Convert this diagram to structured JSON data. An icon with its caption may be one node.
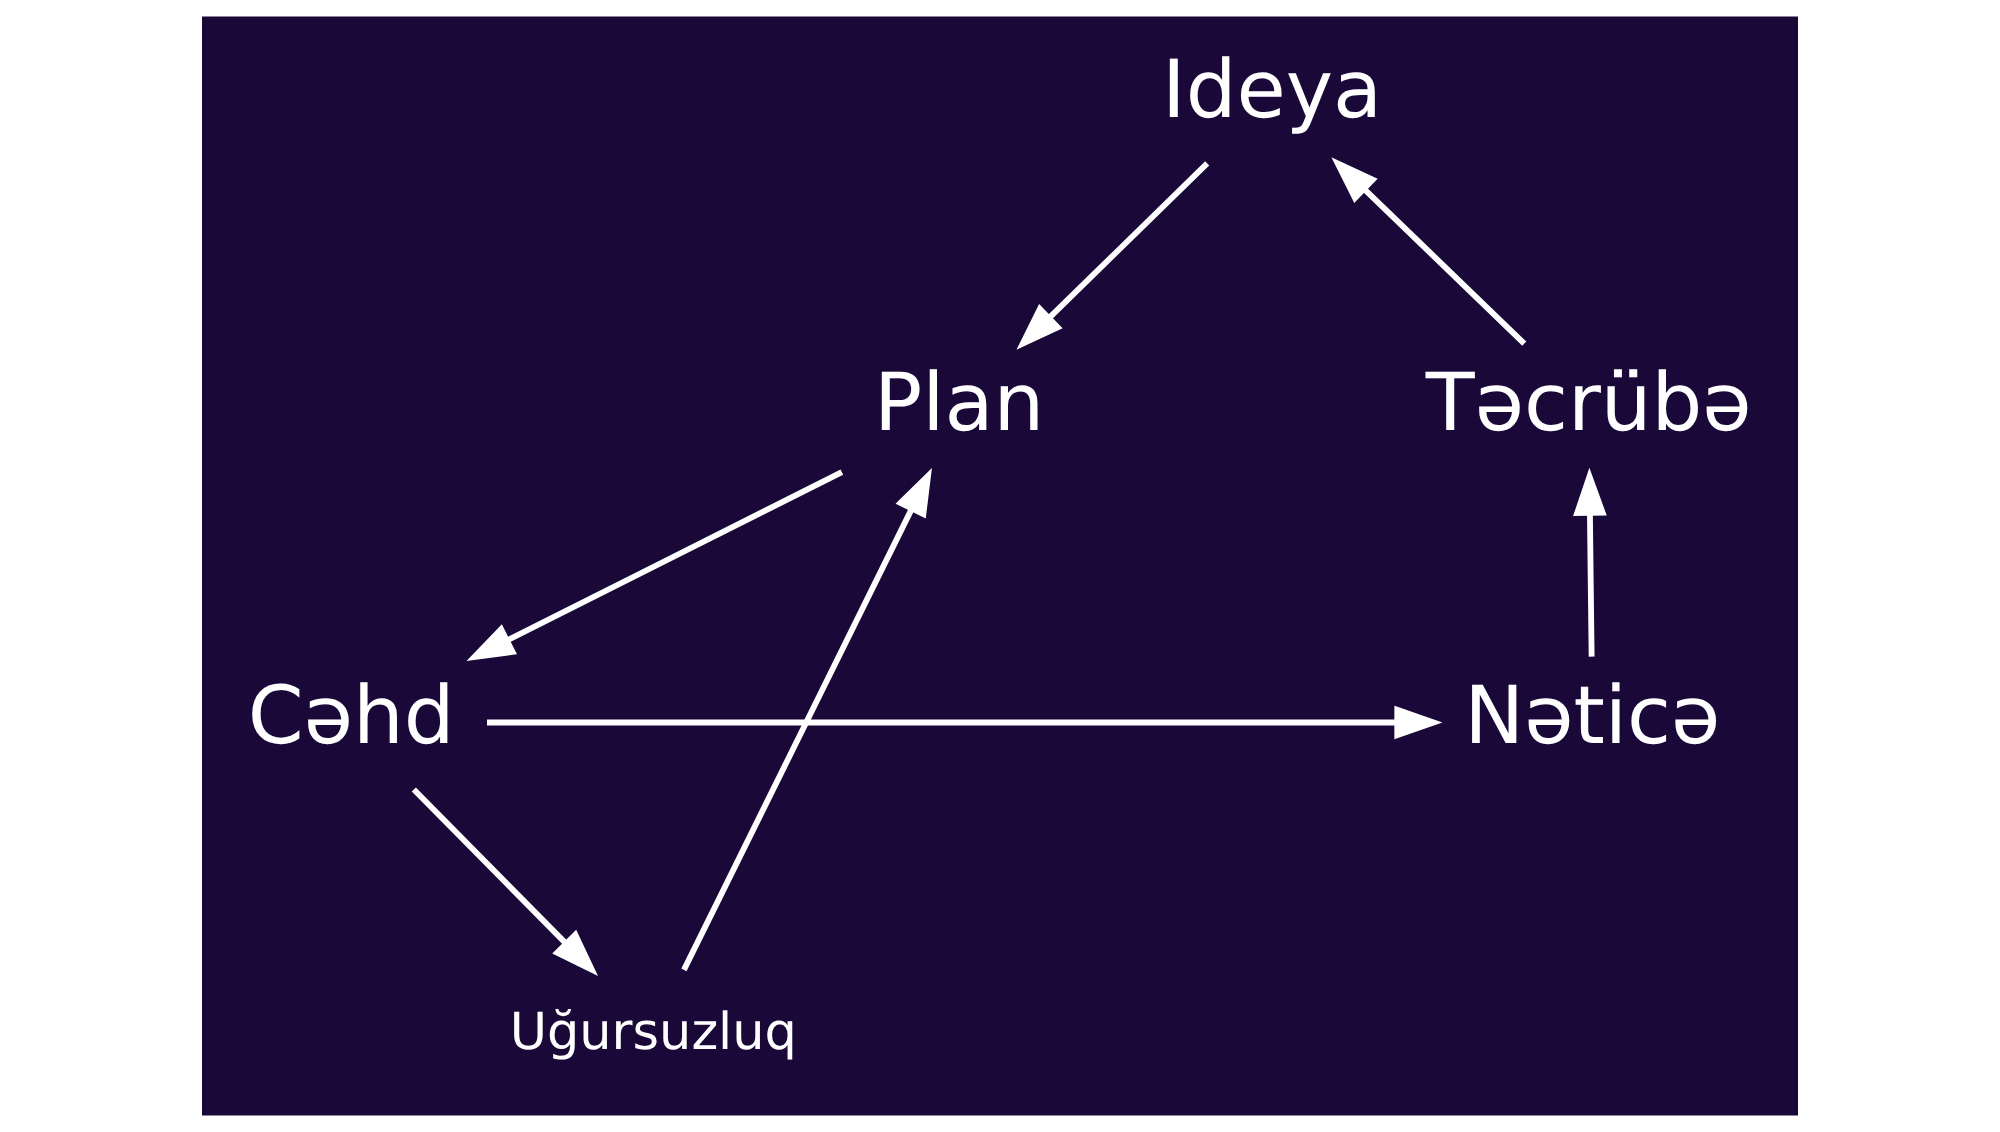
{
  "diagram": {
    "nodes": [
      {
        "text": [
          "Ideya"
        ]
      },
      {
        "text": [
          "Təcrübə"
        ]
      },
      {
        "text": [
          "Plan"
        ]
      },
      {
        "text": [
          "Uğursuzluq"
        ]
      },
      {
        "text": [
          "Nəticə"
        ]
      },
      {
        "text": [
          "Cəhd"
        ]
      }
    ],
    "edges": [
      {
        "from": 0,
        "to": 2,
        "arrow": "to"
      },
      {
        "from": 2,
        "to": 5,
        "arrow": "to"
      },
      {
        "from": 5,
        "to": 4,
        "arrow": "to"
      },
      {
        "from": 4,
        "to": 1,
        "arrow": "to"
      },
      {
        "from": 1,
        "to": 0,
        "arrow": "to"
      },
      {
        "from": 5,
        "to": 3,
        "arrow": "to"
      },
      {
        "from": 3,
        "to": 2,
        "arrow": "to"
      }
    ]
  }
}
